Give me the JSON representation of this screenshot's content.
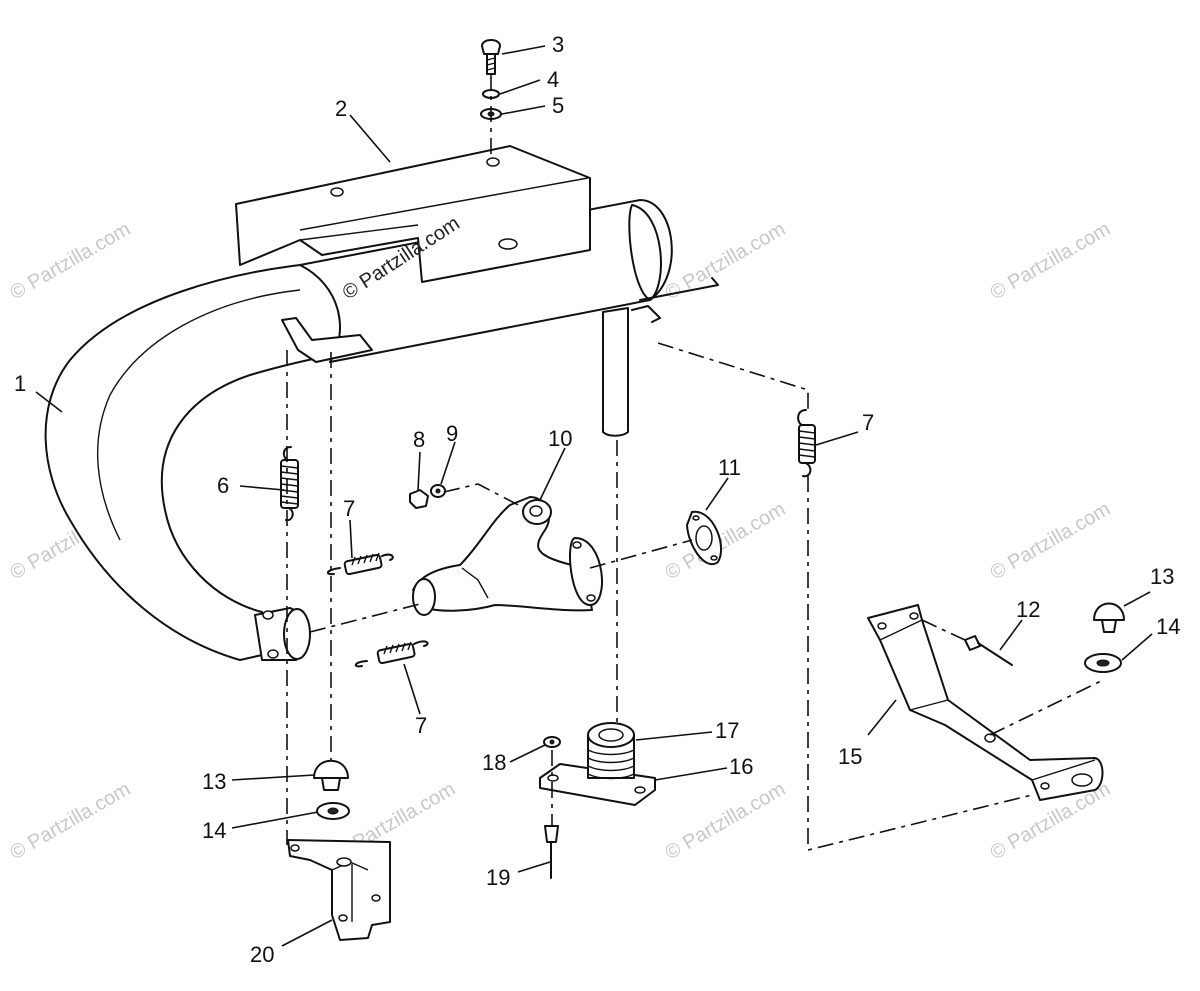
{
  "diagram": {
    "callouts": [
      {
        "id": "1",
        "label": "1"
      },
      {
        "id": "2",
        "label": "2"
      },
      {
        "id": "3",
        "label": "3"
      },
      {
        "id": "4",
        "label": "4"
      },
      {
        "id": "5",
        "label": "5"
      },
      {
        "id": "6",
        "label": "6"
      },
      {
        "id": "7a",
        "label": "7"
      },
      {
        "id": "7b",
        "label": "7"
      },
      {
        "id": "7c",
        "label": "7"
      },
      {
        "id": "8",
        "label": "8"
      },
      {
        "id": "9",
        "label": "9"
      },
      {
        "id": "10",
        "label": "10"
      },
      {
        "id": "11",
        "label": "11"
      },
      {
        "id": "12",
        "label": "12"
      },
      {
        "id": "13a",
        "label": "13"
      },
      {
        "id": "13b",
        "label": "13"
      },
      {
        "id": "14a",
        "label": "14"
      },
      {
        "id": "14b",
        "label": "14"
      },
      {
        "id": "15",
        "label": "15"
      },
      {
        "id": "16",
        "label": "16"
      },
      {
        "id": "17",
        "label": "17"
      },
      {
        "id": "18",
        "label": "18"
      },
      {
        "id": "19",
        "label": "19"
      },
      {
        "id": "20",
        "label": "20"
      }
    ],
    "watermark": "© Partzilla.com"
  }
}
